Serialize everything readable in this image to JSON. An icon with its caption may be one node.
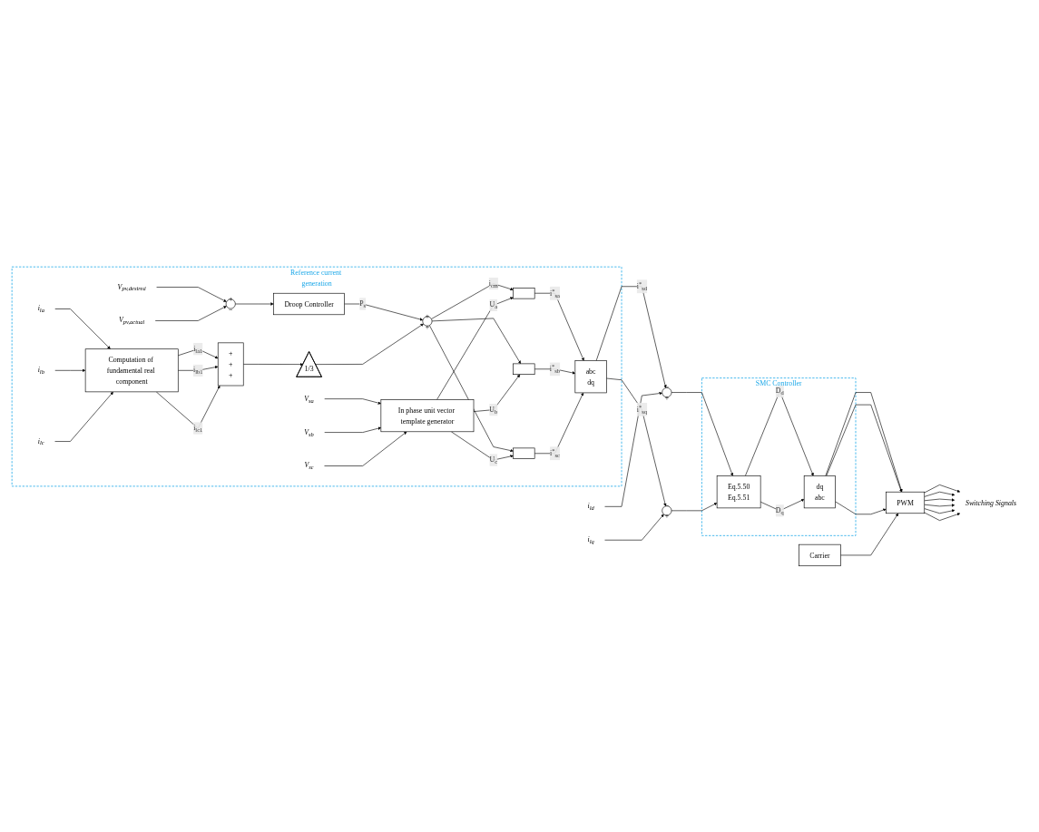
{
  "diagram": {
    "nodes": [
      {
        "text": [
          "Reference current generation"
        ]
      },
      {
        "text": [
          "V$_{pv,desired}$"
        ],
        "in": 0
      },
      {
        "text": [
          "+",
          "−"
        ],
        "in": 0
      },
      {
        "text": [
          "V$_{pv,actual}$"
        ],
        "in": 0
      },
      {
        "text": [
          "Droop Controller"
        ],
        "in": 0
      },
      {
        "text": [
          "i$_{la}$"
        ],
        "in": 0
      },
      {
        "text": [
          "i$_{lb}$"
        ],
        "in": 0
      },
      {
        "text": [
          "i$_{lc}$"
        ],
        "in": 0
      },
      {
        "text": [
          "Computation of fundamental real component"
        ],
        "in": 0
      },
      {
        "text": [
          "+",
          "+",
          "+"
        ],
        "in": 0
      },
      {
        "text": [
          "1/3"
        ],
        "in": 0
      },
      {
        "text": [
          "+",
          "+"
        ],
        "in": 0
      },
      {
        "text": [
          "V$_{sa}$"
        ],
        "in": 0
      },
      {
        "text": [
          "V$_{sb}$"
        ],
        "in": 0
      },
      {
        "text": [
          "V$_{sc}$"
        ],
        "in": 0
      },
      {
        "text": [
          "In phase unit vector template generator"
        ],
        "in": 0
      },
      {
        "text": [],
        "shape": "box",
        "in": 0
      },
      {
        "text": [],
        "shape": "box",
        "in": 0
      },
      {
        "text": [],
        "shape": "box",
        "in": 0
      },
      {
        "text": [
          "abc",
          "dq"
        ],
        "in": 0
      },
      {
        "text": [
          "i$_{ld}$"
        ]
      },
      {
        "text": [
          "−",
          "+"
        ]
      },
      {
        "text": [
          "−",
          "+"
        ]
      },
      {
        "text": [
          "i$_{lq}$"
        ]
      },
      {
        "text": [
          "SMC Controller"
        ]
      },
      {
        "text": [
          "Eq.5.50",
          "Eq.5.51"
        ],
        "in": 24
      },
      {
        "text": [
          "dq",
          "abc"
        ],
        "in": 24
      },
      {
        "text": [
          "Carrier"
        ]
      },
      {
        "text": [
          "PWM"
        ]
      },
      {
        "text": [
          "Switching Signals"
        ]
      }
    ],
    "edges": [
      {
        "from": 1,
        "to": 2,
        "arrow": "to"
      },
      {
        "from": 3,
        "to": 2,
        "arrow": "to"
      },
      {
        "from": 2,
        "to": 4,
        "arrow": "to"
      },
      {
        "from": 4,
        "to": 11,
        "arrow": "to",
        "label": "P$_{s}$"
      },
      {
        "from": 5,
        "to": 8,
        "arrow": "to"
      },
      {
        "from": 6,
        "to": 8,
        "arrow": "to"
      },
      {
        "from": 7,
        "to": 8,
        "arrow": "to"
      },
      {
        "from": 8,
        "to": 9,
        "arrow": "to",
        "label": "i$_{la1}$"
      },
      {
        "from": 8,
        "to": 9,
        "arrow": "to",
        "label": "i$_{lb1}$"
      },
      {
        "from": 8,
        "to": 9,
        "arrow": "to",
        "label": "i$_{lc1}$"
      },
      {
        "from": 9,
        "to": 10,
        "arrow": "to"
      },
      {
        "from": 10,
        "to": 11,
        "arrow": "to"
      },
      {
        "from": 11,
        "to": 16,
        "arrow": "to",
        "label": "i$_{cm}$"
      },
      {
        "from": 11,
        "to": 17,
        "arrow": "to"
      },
      {
        "from": 11,
        "to": 18,
        "arrow": "to"
      },
      {
        "from": 12,
        "to": 15,
        "arrow": "to"
      },
      {
        "from": 13,
        "to": 15,
        "arrow": "to"
      },
      {
        "from": 14,
        "to": 15,
        "arrow": "to"
      },
      {
        "from": 15,
        "to": 16,
        "arrow": "to",
        "label": "U$_{a}$"
      },
      {
        "from": 15,
        "to": 17,
        "arrow": "to",
        "label": "U$_{b}$"
      },
      {
        "from": 15,
        "to": 18,
        "arrow": "to",
        "label": "U$_{c}$"
      },
      {
        "from": 16,
        "to": 19,
        "arrow": "to",
        "label": "i$^{*}$$_{sa}$"
      },
      {
        "from": 17,
        "to": 19,
        "arrow": "to",
        "label": "i$^{*}$$_{sb}$"
      },
      {
        "from": 18,
        "to": 19,
        "arrow": "to",
        "label": "i$^{*}$$_{sc}$"
      },
      {
        "from": 19,
        "to": 21,
        "arrow": "to",
        "label": "i$^{*}$$_{sd}$"
      },
      {
        "from": 19,
        "to": 22,
        "arrow": "to",
        "label": "i$^{*}$$_{sq}$"
      },
      {
        "from": 20,
        "to": 21,
        "arrow": "to"
      },
      {
        "from": 23,
        "to": 22,
        "arrow": "to"
      },
      {
        "from": 21,
        "to": 25,
        "arrow": "to"
      },
      {
        "from": 22,
        "to": 25,
        "arrow": "to"
      },
      {
        "from": 25,
        "to": 26,
        "arrow": "to",
        "label": "D$_{d}$"
      },
      {
        "from": 25,
        "to": 26,
        "arrow": "to",
        "label": "D$_{q}$"
      },
      {
        "from": 26,
        "to": 28,
        "arrow": "to"
      },
      {
        "from": 26,
        "to": 28,
        "arrow": "to"
      },
      {
        "from": 26,
        "to": 28,
        "arrow": "to"
      },
      {
        "from": 27,
        "to": 28,
        "arrow": "to"
      },
      {
        "from": 28,
        "to": 29,
        "arrow": "to"
      },
      {
        "from": 28,
        "to": 29,
        "arrow": "to"
      },
      {
        "from": 28,
        "to": 29,
        "arrow": "to"
      },
      {
        "from": 28,
        "to": 29,
        "arrow": "to"
      },
      {
        "from": 28,
        "to": 29,
        "arrow": "to"
      },
      {
        "from": 28,
        "to": 29,
        "arrow": "to"
      }
    ]
  }
}
